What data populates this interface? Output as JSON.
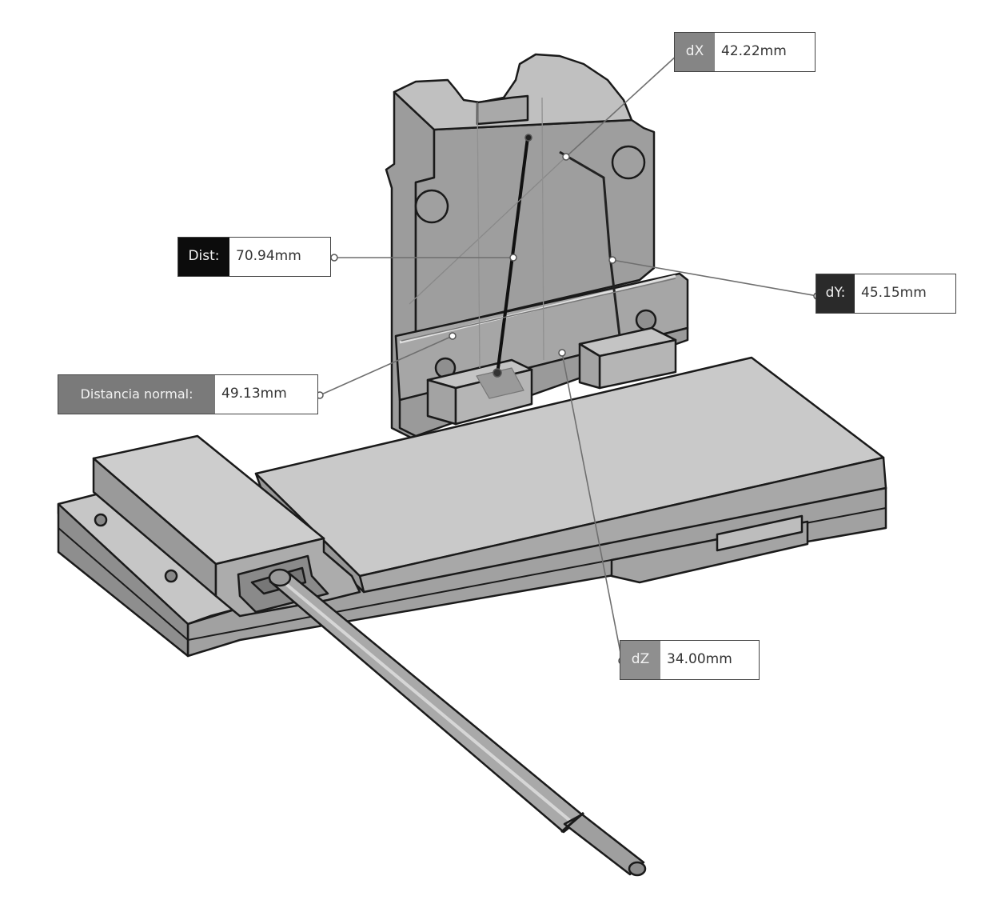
{
  "measurements": {
    "dx": {
      "label": "dX",
      "value": "42.22mm"
    },
    "dist": {
      "label": "Dist:",
      "value": "70.94mm"
    },
    "dy": {
      "label": "dY:",
      "value": "45.15mm"
    },
    "dn": {
      "label": "Distancia normal:",
      "value": "49.13mm"
    },
    "dz": {
      "label": "dZ",
      "value": "34.00mm"
    }
  },
  "colors": {
    "face_light": "#c8c8c8",
    "face_mid": "#b3b3b3",
    "face_dark": "#8e8e8e",
    "edge": "#1a1a1a",
    "leader": "#7a7a7a"
  }
}
